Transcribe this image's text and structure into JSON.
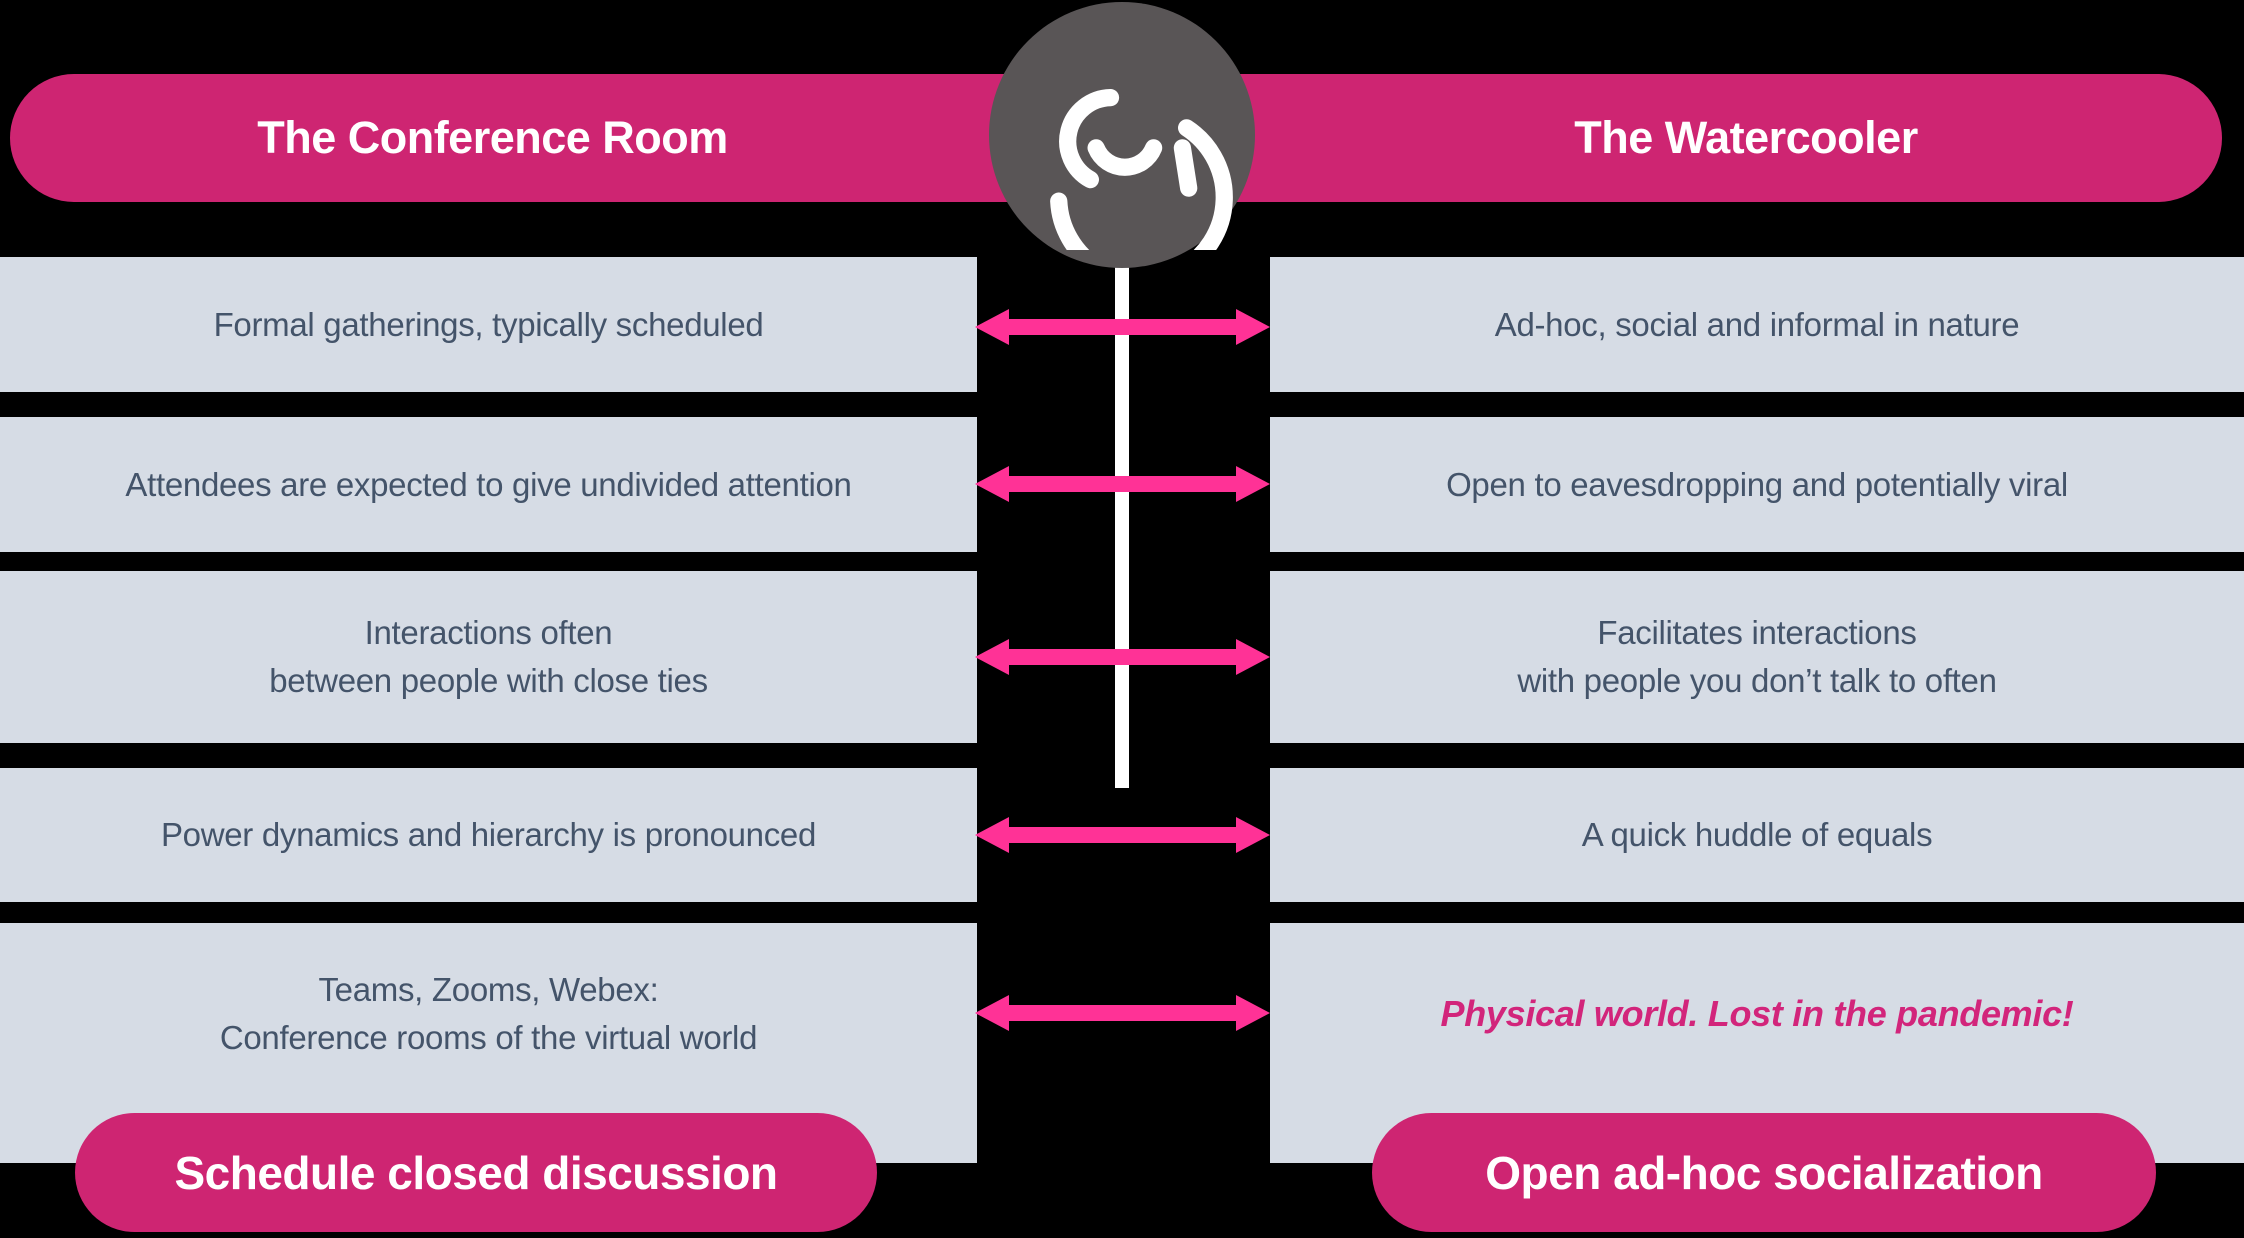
{
  "header": {
    "left": "The Conference Room",
    "right": "The Watercooler"
  },
  "rows": [
    {
      "left": "Formal  gatherings, typically scheduled",
      "right": "Ad-hoc, social and informal in nature"
    },
    {
      "left": "Attendees are expected to give undivided attention",
      "right": "Open to eavesdropping and potentially viral"
    },
    {
      "left": "Interactions often\nbetween people with close ties",
      "right": "Facilitates interactions\nwith people you don’t talk to often"
    },
    {
      "left": "Power dynamics and hierarchy is pronounced",
      "right": "A quick huddle of equals"
    },
    {
      "left": "Teams, Zooms, Webex:\nConference rooms of the virtual world",
      "right": "Physical world. Lost in the pandemic!"
    }
  ],
  "footer": {
    "left": "Schedule closed discussion",
    "right": "Open ad-hoc socialization"
  },
  "icons": {
    "logo": "airmeet-smile-swirl-logo"
  },
  "colors": {
    "background": "#000000",
    "bar_pink": "#CE2572",
    "arrow_pink": "#FF3296",
    "highlight_pink": "#D2257B",
    "box_gray": "#D6DCE5",
    "box_text": "#44546A",
    "logo_circle_gray": "#595556",
    "line_white": "#FFFFFF"
  }
}
